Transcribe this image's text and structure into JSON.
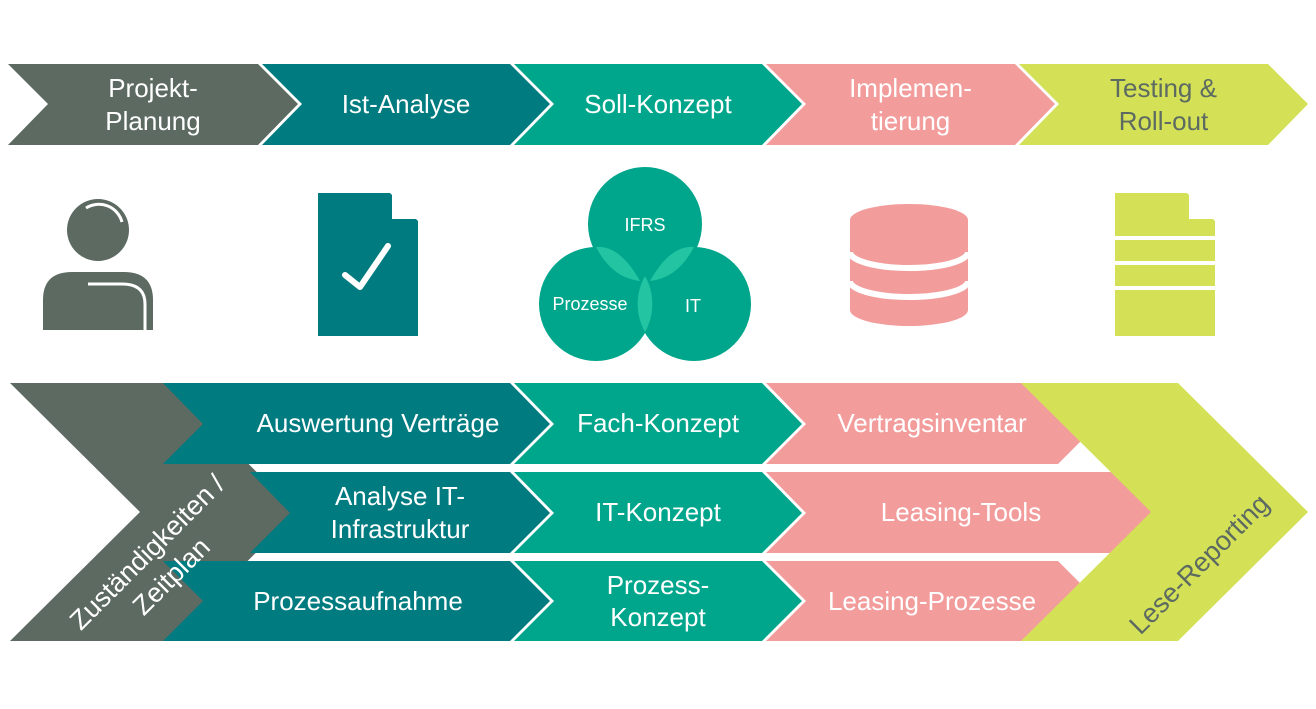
{
  "colors": {
    "gray": "#5c6a62",
    "petrol": "#007b80",
    "teal": "#00a68c",
    "teal_light": "#22c4a2",
    "pink": "#f29c9c",
    "lime": "#d4e157",
    "lime_dark_text": "#5c6a62",
    "white": "#ffffff"
  },
  "phases": [
    {
      "label": "Projekt-\nPlanung",
      "color": "gray",
      "icon": "person-icon"
    },
    {
      "label": "Ist-Analyse",
      "color": "petrol",
      "icon": "document-check-icon"
    },
    {
      "label": "Soll-Konzept",
      "color": "teal",
      "icon": "venn-diagram-icon"
    },
    {
      "label": "Implemen-\ntierung",
      "color": "pink",
      "icon": "database-icon"
    },
    {
      "label": "Testing &\nRoll-out",
      "color": "lime",
      "icon": "spreadsheet-document-icon"
    }
  ],
  "venn": {
    "top": "IFRS",
    "left": "Prozesse",
    "right": "IT"
  },
  "left_block": {
    "label": "Zuständigkeiten /\nZeitplan"
  },
  "right_block": {
    "label": "Lese-Reporting"
  },
  "rows": [
    {
      "analysis": "Auswertung Verträge",
      "concept": "Fach-Konzept",
      "implementation": "Vertragsinventar"
    },
    {
      "analysis": "Analyse IT-\nInfrastruktur",
      "concept": "IT-Konzept",
      "implementation": "Leasing-Tools"
    },
    {
      "analysis": "Prozessaufnahme",
      "concept": "Prozess-\nKonzept",
      "implementation": "Leasing-Prozesse"
    }
  ]
}
